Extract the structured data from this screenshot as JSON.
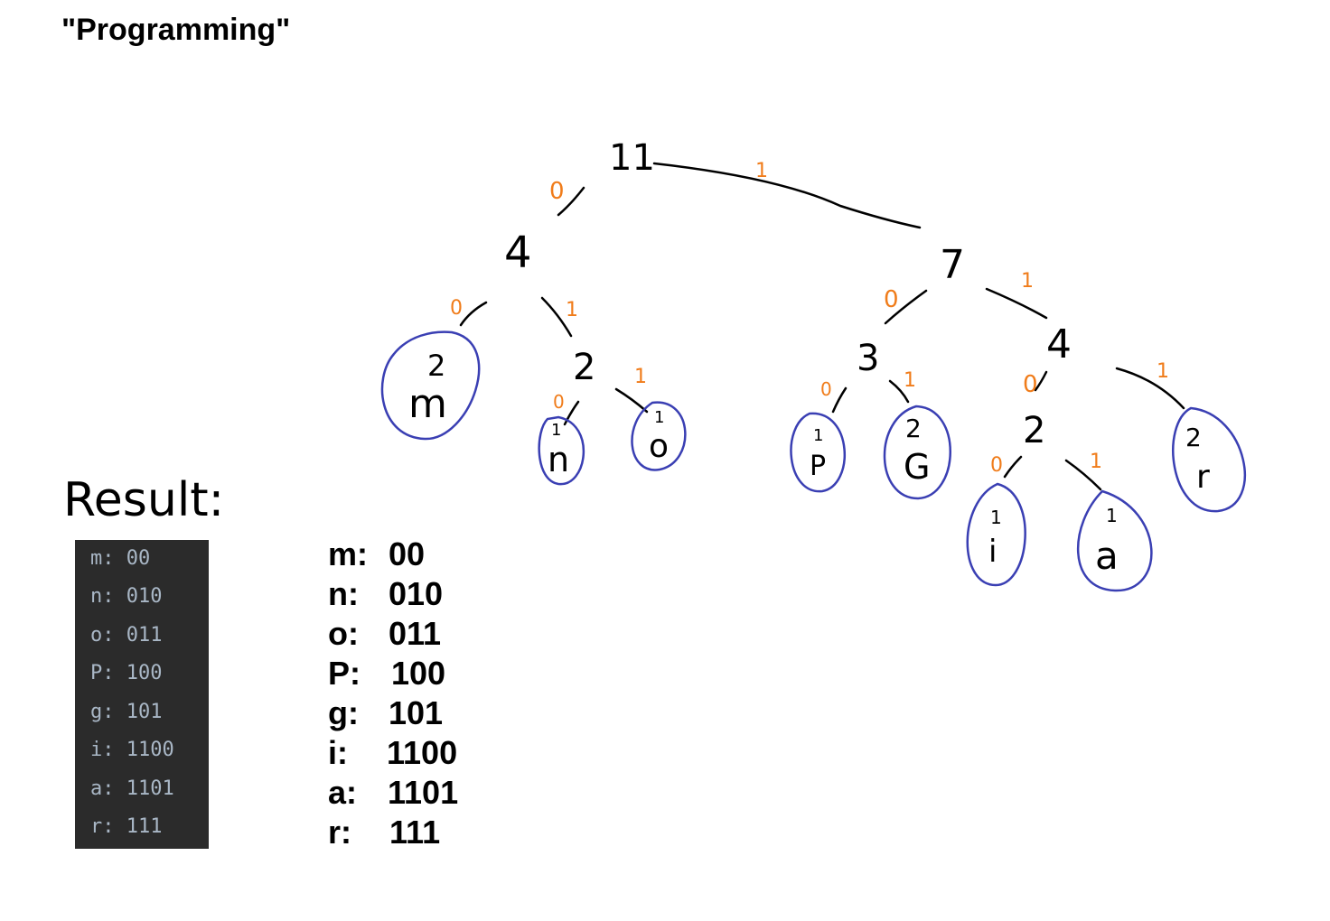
{
  "title": "\"Programming\"",
  "result_label": "Result:",
  "console_lines": [
    "m: 00",
    "n: 010",
    "o: 011",
    "P: 100",
    "g: 101",
    "i: 1100",
    "a: 1101",
    "r: 111"
  ],
  "codes": [
    {
      "char": "m:",
      "bits": "00"
    },
    {
      "char": "n:",
      "bits": "010"
    },
    {
      "char": "o:",
      "bits": "011"
    },
    {
      "char": "P:",
      "bits": "100"
    },
    {
      "char": "g:",
      "bits": "101"
    },
    {
      "char": "i:",
      "bits": "1100"
    },
    {
      "char": "a:",
      "bits": "1101"
    },
    {
      "char": "r:",
      "bits": "111"
    }
  ],
  "tree": {
    "internal_nodes": [
      {
        "id": "root",
        "weight": "11"
      },
      {
        "id": "left",
        "weight": "4"
      },
      {
        "id": "right",
        "weight": "7"
      },
      {
        "id": "left-right",
        "weight": "2"
      },
      {
        "id": "right-left",
        "weight": "3"
      },
      {
        "id": "right-right",
        "weight": "4"
      },
      {
        "id": "right-right-left",
        "weight": "2"
      }
    ],
    "leaves": [
      {
        "id": "m",
        "weight": "2",
        "char": "m"
      },
      {
        "id": "n",
        "weight": "1",
        "char": "n"
      },
      {
        "id": "o",
        "weight": "1",
        "char": "o"
      },
      {
        "id": "P",
        "weight": "1",
        "char": "P"
      },
      {
        "id": "g",
        "weight": "2",
        "char": "G"
      },
      {
        "id": "i",
        "weight": "1",
        "char": "i"
      },
      {
        "id": "a",
        "weight": "1",
        "char": "a"
      },
      {
        "id": "r",
        "weight": "2",
        "char": "r"
      }
    ],
    "edge_labels": [
      "0",
      "1",
      "0",
      "1",
      "0",
      "1",
      "0",
      "1",
      "0",
      "1",
      "0",
      "1",
      "0",
      "1"
    ],
    "colors": {
      "edge_label": "#f07c1a",
      "leaf_circle": "#3a3fb3",
      "ink": "#000000"
    }
  }
}
